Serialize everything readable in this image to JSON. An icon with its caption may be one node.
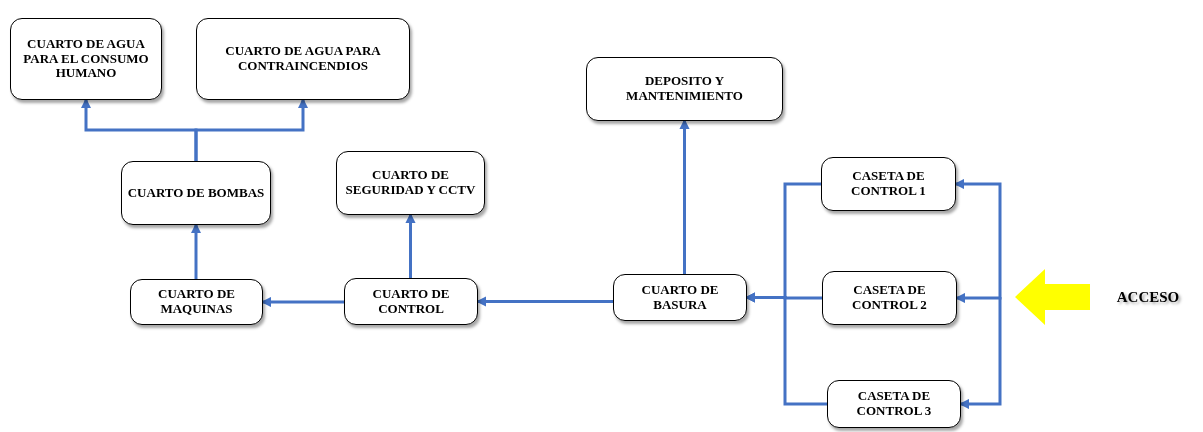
{
  "diagram": {
    "nodes": [
      {
        "text": [
          "CUARTO DE AGUA PARA EL CONSUMO HUMANO"
        ]
      },
      {
        "text": [
          "CUARTO DE AGUA PARA CONTRAINCENDIOS"
        ]
      },
      {
        "text": [
          "CUARTO DE BOMBAS"
        ]
      },
      {
        "text": [
          "CUARTO DE SEGURIDAD Y CCTV"
        ]
      },
      {
        "text": [
          "CUARTO DE MAQUINAS"
        ]
      },
      {
        "text": [
          "CUARTO DE CONTROL"
        ]
      },
      {
        "text": [
          "DEPOSITO Y MANTENIMIENTO"
        ]
      },
      {
        "text": [
          "CUARTO DE BASURA"
        ]
      },
      {
        "text": [
          "CASETA DE CONTROL 1"
        ]
      },
      {
        "text": [
          "CASETA DE CONTROL 2"
        ]
      },
      {
        "text": [
          "CASETA DE CONTROL 3"
        ]
      },
      {
        "text": [
          "ACCESO"
        ]
      }
    ],
    "edges": [
      {
        "from": 2,
        "to": 0,
        "arrow": "to"
      },
      {
        "from": 2,
        "to": 1,
        "arrow": "to"
      },
      {
        "from": 4,
        "to": 2,
        "arrow": "to"
      },
      {
        "from": 5,
        "to": 4,
        "arrow": "to"
      },
      {
        "from": 5,
        "to": 3,
        "arrow": "to"
      },
      {
        "from": 7,
        "to": 5,
        "arrow": "to"
      },
      {
        "from": 7,
        "to": 6,
        "arrow": "to"
      },
      {
        "from": 8,
        "to": 7,
        "arrow": "to"
      },
      {
        "from": 9,
        "to": 7,
        "arrow": "to"
      },
      {
        "from": 10,
        "to": 7,
        "arrow": "to"
      },
      {
        "from": null,
        "to": 8,
        "arrow": "to"
      },
      {
        "from": null,
        "to": 9,
        "arrow": "to"
      },
      {
        "from": null,
        "to": 10,
        "arrow": "to"
      },
      {
        "from": 11,
        "to": null,
        "arrow": "to",
        "style": "thick",
        "color": "#ffff00"
      }
    ]
  }
}
